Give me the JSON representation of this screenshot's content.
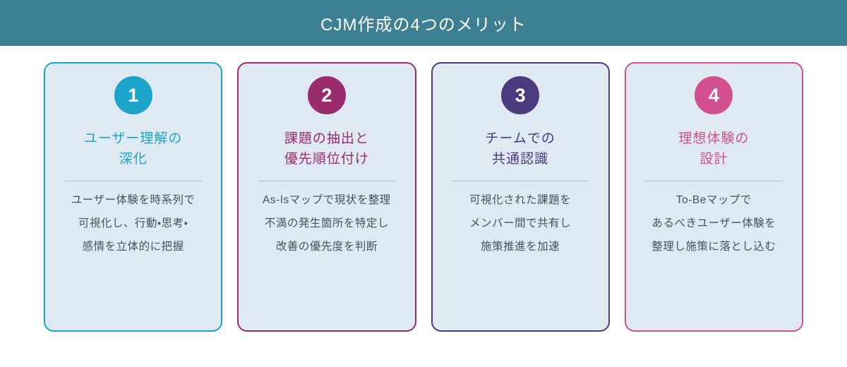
{
  "header": {
    "title": "CJM作成の4つのメリット",
    "bg_color": "#3d8093",
    "text_color": "#ffffff"
  },
  "cards": [
    {
      "number": "1",
      "title_lines": [
        "ユーザー理解の",
        "深化"
      ],
      "body_lines": [
        "ユーザー体験を時系列で",
        "可視化し、行動・思考・",
        "感情を立体的に把握"
      ],
      "accent_color": "#1ba4c9"
    },
    {
      "number": "2",
      "title_lines": [
        "課題の抽出と",
        "優先順位付け"
      ],
      "body_lines": [
        "As-Isマップで現状を整理",
        "不満の発生箇所を特定し",
        "改善の優先度を判断"
      ],
      "accent_color": "#9b2b6f"
    },
    {
      "number": "3",
      "title_lines": [
        "チームでの",
        "共通認識"
      ],
      "body_lines": [
        "可視化された課題を",
        "メンバー間で共有し",
        "施策推進を加速"
      ],
      "accent_color": "#4b3a7d"
    },
    {
      "number": "4",
      "title_lines": [
        "理想体験の",
        "設計"
      ],
      "body_lines": [
        "To-Beマップで",
        "あるべきユーザー体験を",
        "整理し施策に落とし込む"
      ],
      "accent_color": "#d24f90"
    }
  ],
  "styles": {
    "card_bg": "#dfe9f2",
    "body_text_color": "#47525c",
    "divider_color": "#a9bfca",
    "page_bg": "#ffffff"
  }
}
